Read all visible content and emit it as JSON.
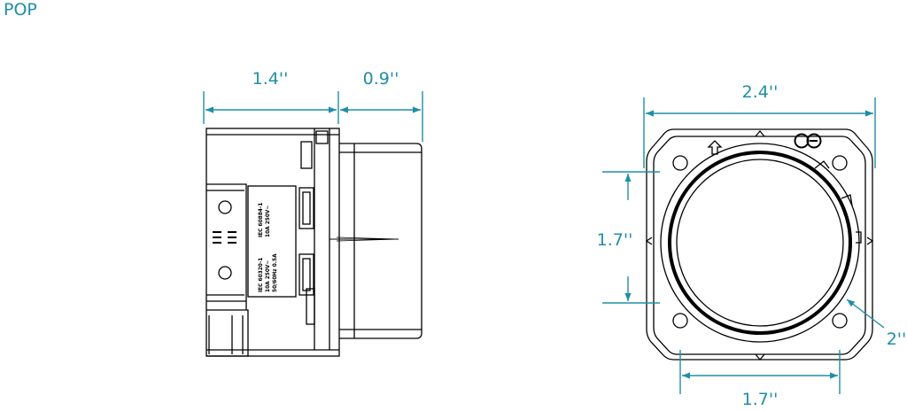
{
  "title": "POP",
  "colors": {
    "accent": "#1f8fa6",
    "line": "#000000",
    "background": "#ffffff"
  },
  "dimensions": {
    "side_depth": "1.4''",
    "side_front": "0.9''",
    "front_width": "2.4''",
    "front_height": "1.7''",
    "front_diameter": "2''",
    "front_bottom": "1.7''"
  },
  "side_labels": {
    "line1": "IEC 60320-1",
    "line2": "10A 250V~",
    "line3": "IEC 60884-1",
    "line4": "10A 250V~",
    "line5": "50/60Hz 0.5A"
  },
  "icons": [
    "arrow-up-icon",
    "ce-logo-icon"
  ]
}
